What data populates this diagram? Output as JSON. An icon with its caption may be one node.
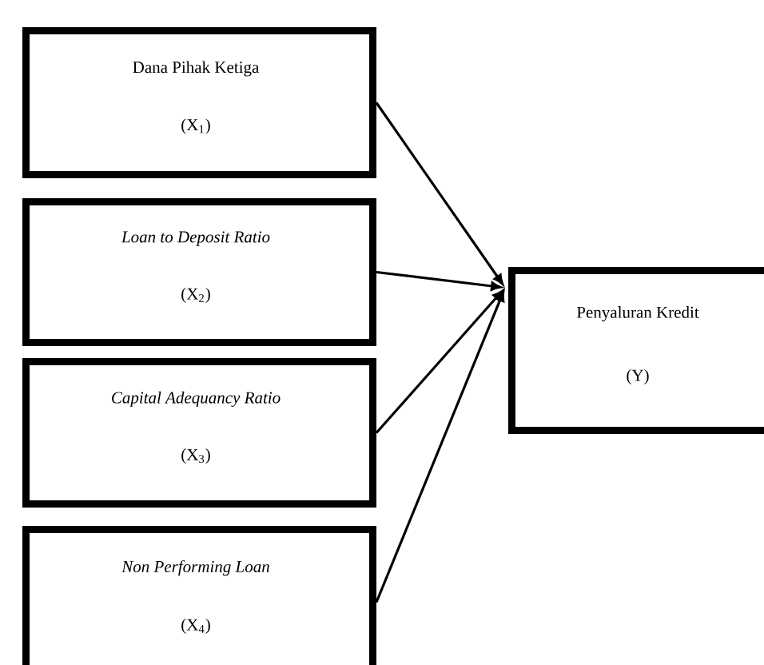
{
  "diagram": {
    "nodes": [
      {
        "text": [
          "Dana Pihak Ketiga",
          "(X$_{1}$)"
        ]
      },
      {
        "text": [
          "*Loan to Deposit Ratio*",
          "(X$_{2}$)"
        ]
      },
      {
        "text": [
          "*Capital Adequancy Ratio*",
          "(X$_{3}$)"
        ]
      },
      {
        "text": [
          "*Non Performing Loan*",
          "(X$_{4}$)"
        ]
      },
      {
        "text": [
          "Penyaluran Kredit",
          "(Y)"
        ]
      }
    ],
    "edges": [
      {
        "from": 0,
        "to": 4,
        "arrow": "to"
      },
      {
        "from": 1,
        "to": 4,
        "arrow": "to"
      },
      {
        "from": 2,
        "to": 4,
        "arrow": "to"
      },
      {
        "from": 3,
        "to": 4,
        "arrow": "to"
      }
    ]
  }
}
